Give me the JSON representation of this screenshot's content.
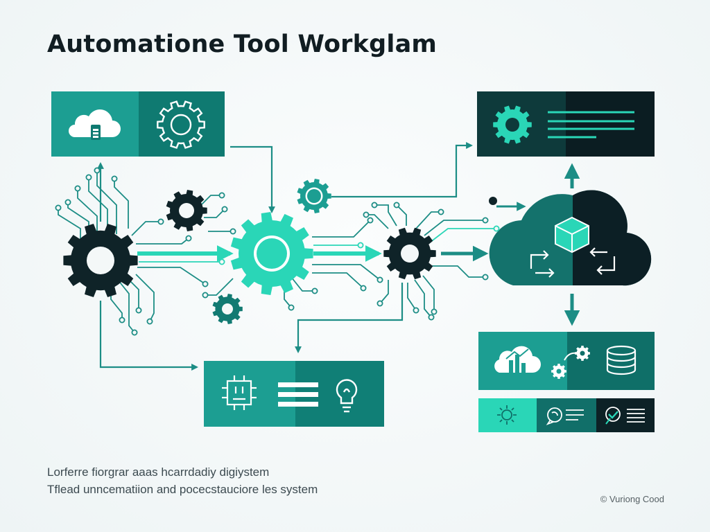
{
  "title": "Automatione Tool Workglam",
  "description": {
    "line1": "Lorferre fiorgrar aaas hcarrdadiy digiystem",
    "line2": "Tflead unncematiion and pocecstauciore les system"
  },
  "credit": "© Vuriong Cood",
  "colors": {
    "teal": "#1c9e92",
    "teal_dark": "#0d6e68",
    "aqua": "#2ad6b7",
    "navy": "#0f2328",
    "text": "#111d22"
  },
  "icons": {
    "panel_top_left": [
      "cloud-battery-icon",
      "gear-icon"
    ],
    "panel_top_right": [
      "gear-icon",
      "text-lines-icon"
    ],
    "panel_bottom_center": [
      "circuit-chip-icon",
      "list-icon",
      "lightbulb-icon"
    ],
    "cloud_hub": [
      "cube-icon",
      "swap-arrows-icon"
    ],
    "panel_bottom_right": [
      "cloud-chart-icon",
      "gears-icon",
      "database-icon"
    ],
    "status_bar": [
      "sun-icon",
      "chat-list-icon",
      "check-list-icon"
    ]
  }
}
